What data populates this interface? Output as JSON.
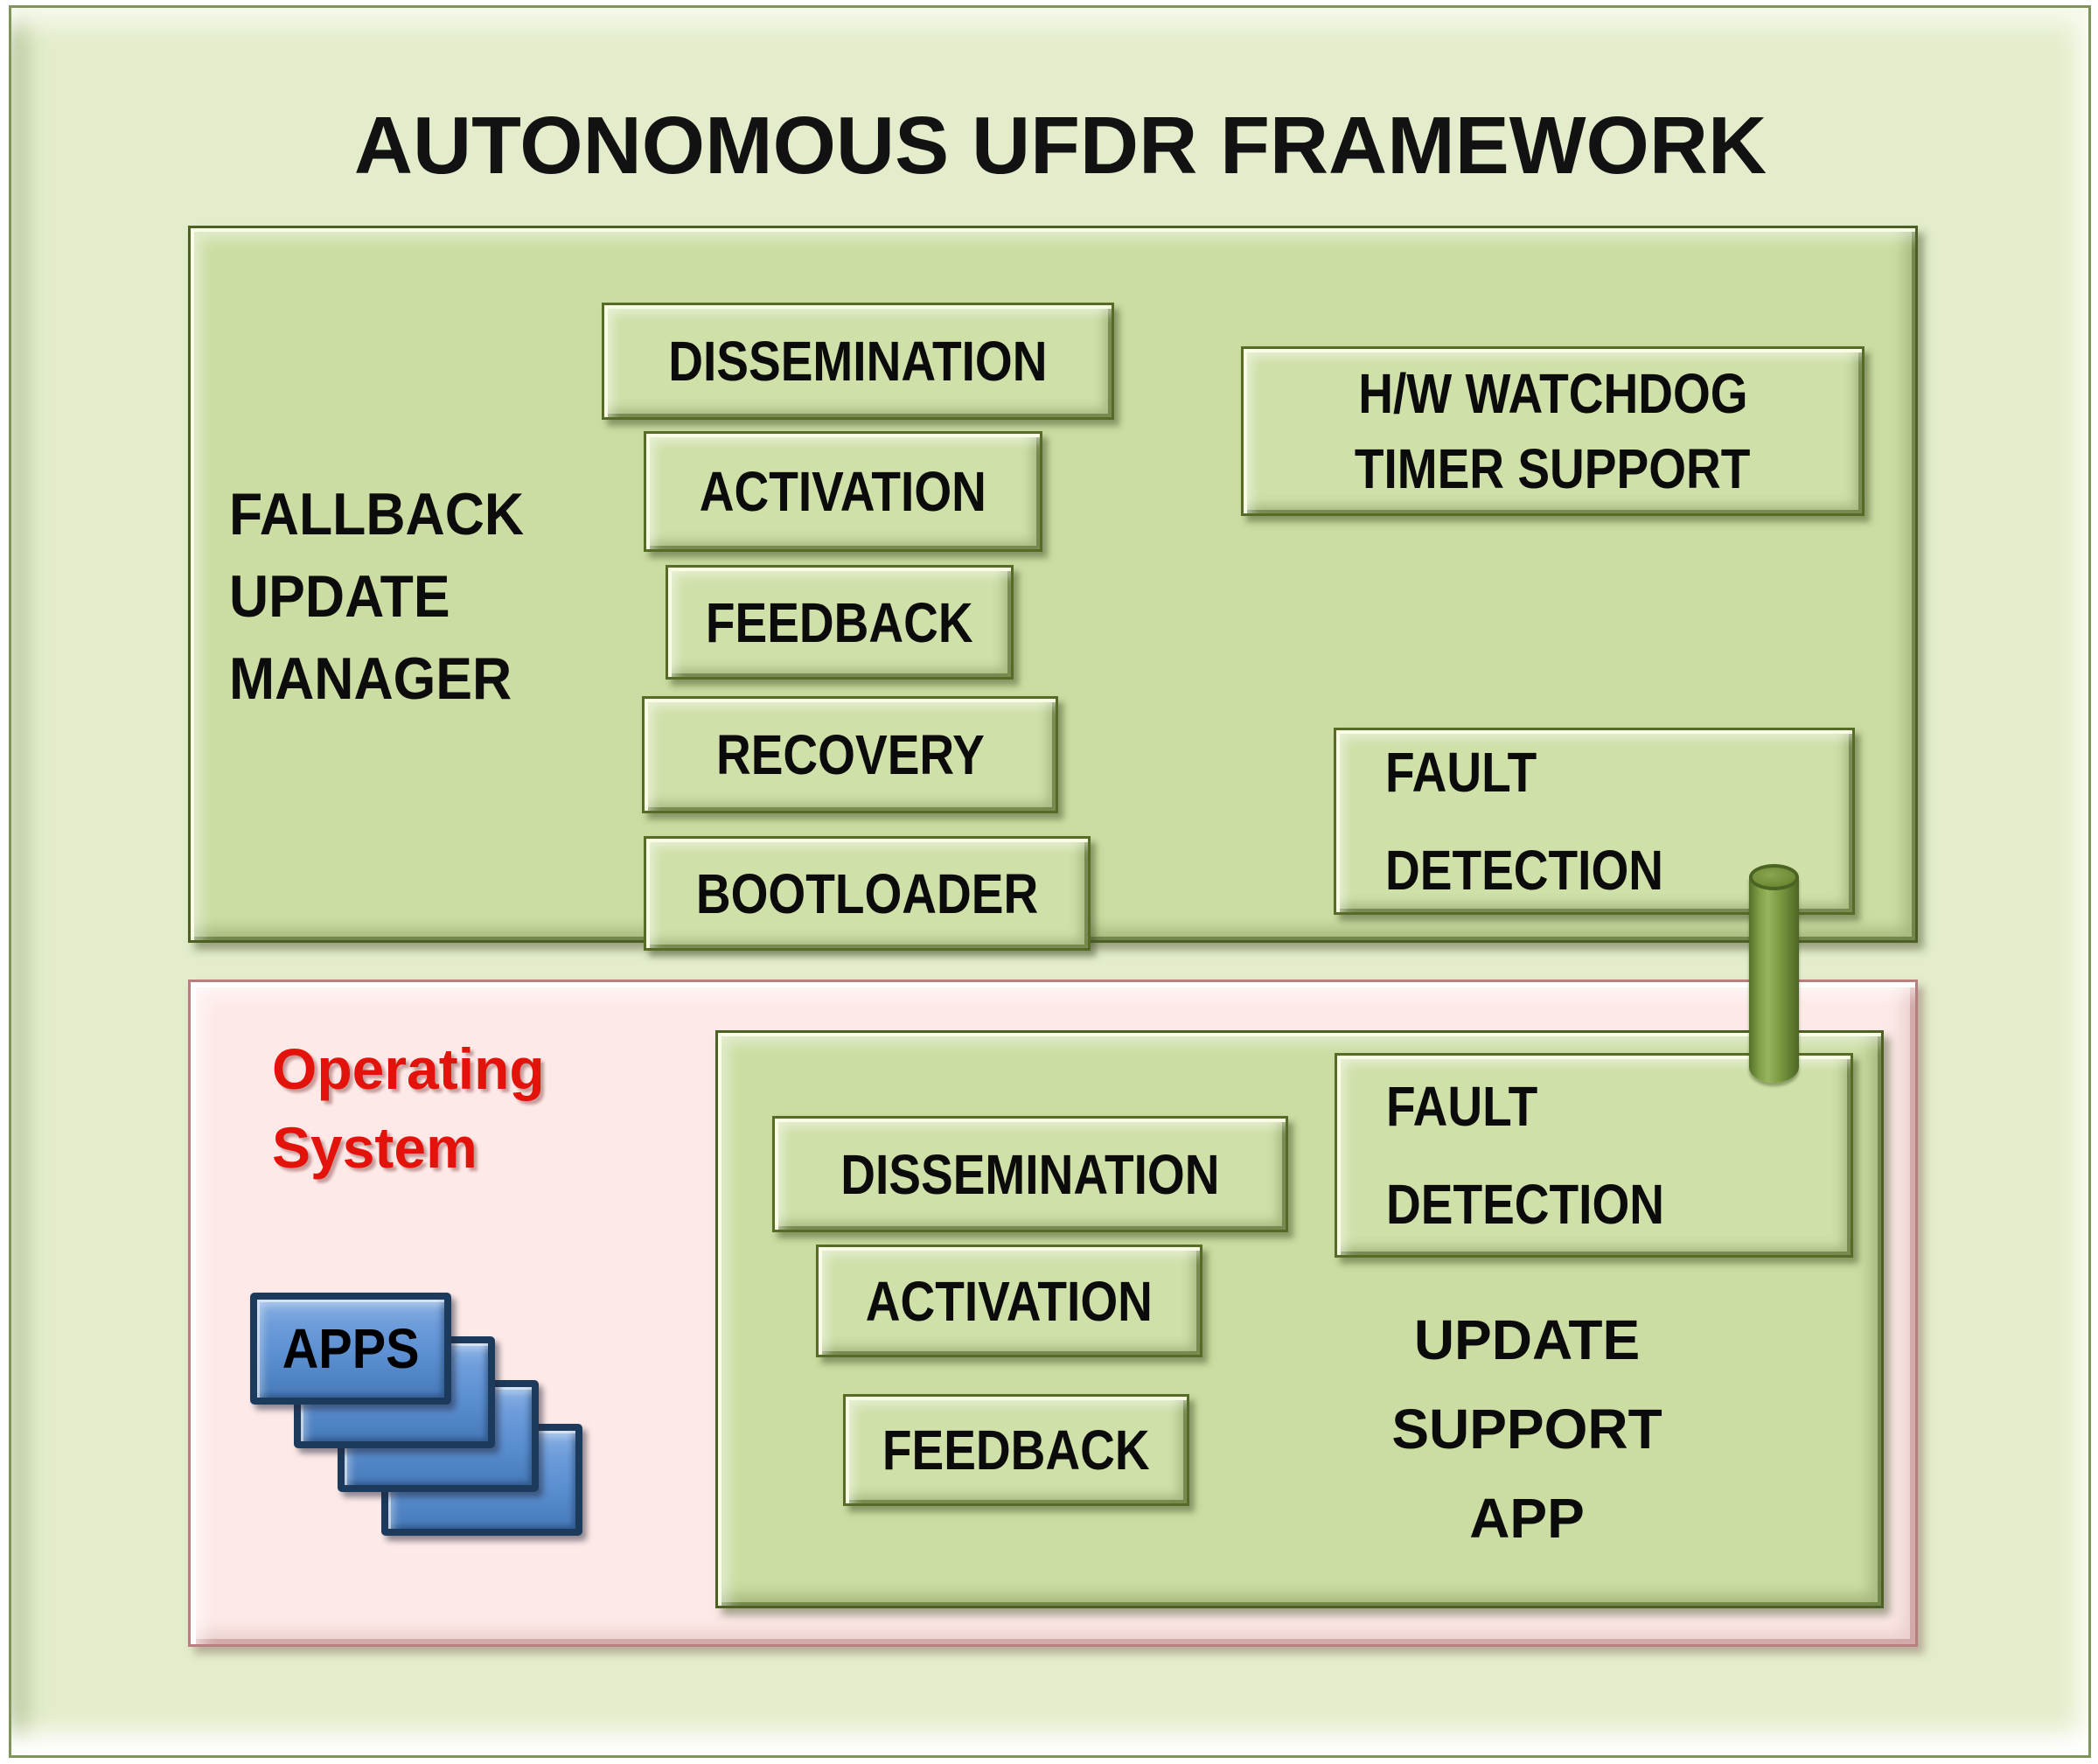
{
  "title": "AUTONOMOUS UFDR FRAMEWORK",
  "fallback_panel": {
    "label_lines": [
      "FALLBACK",
      "UPDATE",
      "MANAGER"
    ],
    "modules": [
      "DISSEMINATION",
      "ACTIVATION",
      "FEEDBACK",
      "RECOVERY",
      "BOOTLOADER"
    ],
    "watchdog_lines": [
      "H/W WATCHDOG",
      "TIMER SUPPORT"
    ],
    "fault_detection_lines": [
      "FAULT",
      "DETECTION"
    ]
  },
  "os_panel": {
    "label_lines": [
      "Operating",
      "System"
    ],
    "apps_label": "APPS",
    "update_app": {
      "modules": [
        "DISSEMINATION",
        "ACTIVATION",
        "FEEDBACK"
      ],
      "fault_detection_lines": [
        "FAULT",
        "DETECTION"
      ],
      "name_lines": [
        "UPDATE",
        "SUPPORT",
        "APP"
      ]
    }
  },
  "colors": {
    "page_bg": "#e3edcb",
    "panel_green": "#cbdda2",
    "box_green": "#cfe0a9",
    "border_olive": "#4c6023",
    "pink_bg": "#fdeae8",
    "pink_border": "#b97f7f",
    "os_text_red": "#e3120b",
    "apps_blue": "#5c90d2",
    "apps_border_navy": "#1b3a5c",
    "cylinder_green": "#7a9a40",
    "text_black": "#0b0b0b"
  }
}
